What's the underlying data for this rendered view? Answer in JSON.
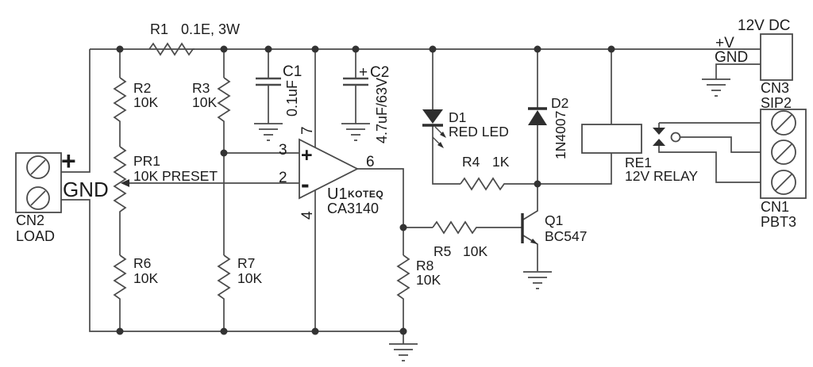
{
  "colors": {
    "wire": "#4a4a4a",
    "text": "#1c1c1c",
    "solid": "#2e2e2e",
    "background": "#ffffff"
  },
  "components": {
    "r1": {
      "ref": "R1",
      "value": "0.1E, 3W"
    },
    "r2": {
      "ref": "R2",
      "value": "10K"
    },
    "r3": {
      "ref": "R3",
      "value": "10K"
    },
    "r4": {
      "ref": "R4",
      "value": "1K"
    },
    "r5": {
      "ref": "R5",
      "value": "10K"
    },
    "r6": {
      "ref": "R6",
      "value": "10K"
    },
    "r7": {
      "ref": "R7",
      "value": "10K"
    },
    "r8": {
      "ref": "R8",
      "value": "10K"
    },
    "pr1": {
      "ref": "PR1",
      "value": "10K PRESET"
    },
    "c1": {
      "ref": "C1",
      "value": "0.1uF"
    },
    "c2": {
      "ref": "C2",
      "value": "4.7uF/63V",
      "polarity": "+"
    },
    "d1": {
      "ref": "D1",
      "value": "RED LED"
    },
    "d2": {
      "ref": "D2",
      "value": "1N4007"
    },
    "q1": {
      "ref": "Q1",
      "value": "BC547"
    },
    "u1": {
      "ref": "U1",
      "value": "CA3140",
      "logo": "KOTEQ",
      "pin2": "2",
      "pin3": "3",
      "pin4": "4",
      "pin6": "6",
      "pin7": "7",
      "noninv": "+",
      "inv": "-"
    },
    "re1": {
      "ref": "RE1",
      "value": "12V RELAY"
    },
    "cn1": {
      "ref": "CN1",
      "value": "PBT3"
    },
    "cn2": {
      "ref": "CN2",
      "value": "LOAD",
      "plus": "+",
      "gnd": "GND"
    },
    "cn3": {
      "ref": "CN3",
      "value": "SIP2",
      "supply": "12V DC",
      "vplus": "+V",
      "gnd": "GND"
    }
  }
}
